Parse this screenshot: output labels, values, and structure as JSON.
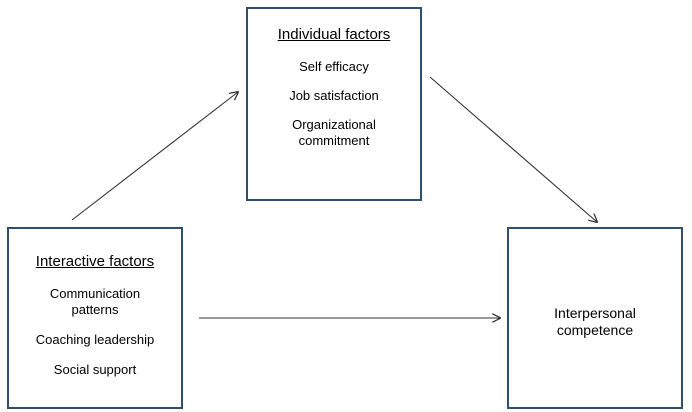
{
  "diagram": {
    "individual": {
      "title": "Individual factors",
      "items": [
        "Self efficacy",
        "Job satisfaction",
        "Organizational\ncommitment"
      ]
    },
    "interactive": {
      "title": "Interactive  factors",
      "items": [
        "Communication\npatterns",
        "Coaching leadership",
        "Social support"
      ]
    },
    "outcome": {
      "label": "Interpersonal\ncompetence"
    },
    "colors": {
      "box_border": "#2f4f6f",
      "arrow": "#333333"
    }
  }
}
